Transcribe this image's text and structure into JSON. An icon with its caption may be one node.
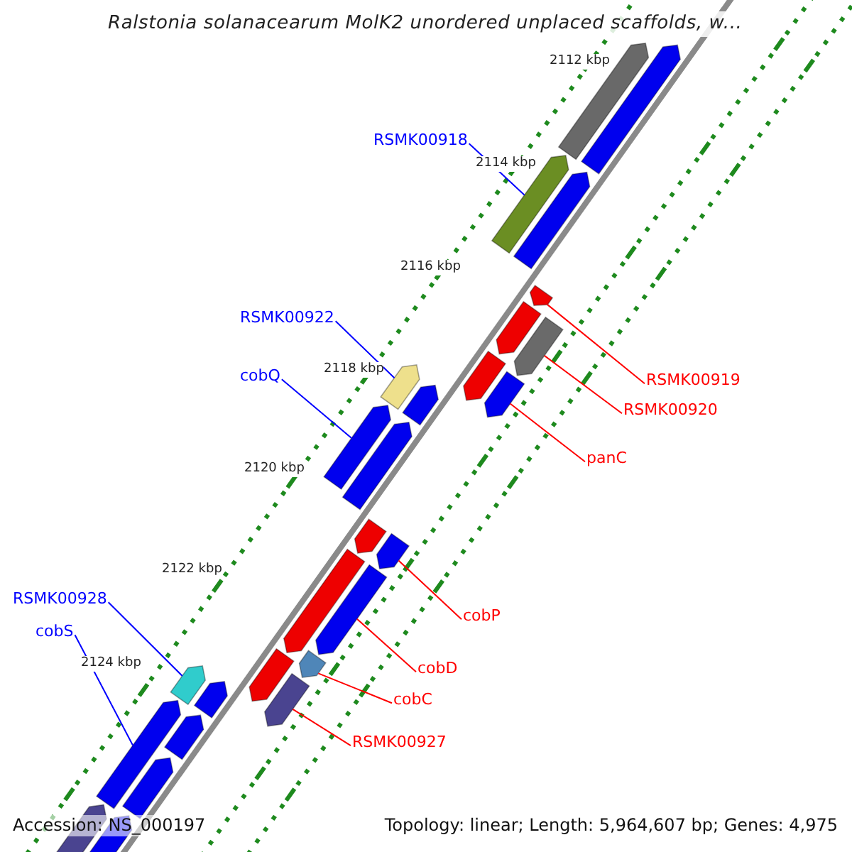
{
  "diagram": {
    "title": "Ralstonia solanacearum MolK2 unordered unplaced scaffolds, w...",
    "nodes": [
      {
        "text": [
          "RSMK00918"
        ]
      },
      {
        "text": [
          "RSMK00922"
        ]
      },
      {
        "text": [
          "cobQ"
        ]
      },
      {
        "text": [
          "RSMK00919"
        ]
      },
      {
        "text": [
          "RSMK00920"
        ]
      },
      {
        "text": [
          "panC"
        ]
      },
      {
        "text": [
          "RSMK00928"
        ]
      },
      {
        "text": [
          "cobS"
        ]
      },
      {
        "text": [
          "cobP"
        ]
      },
      {
        "text": [
          "cobD"
        ]
      },
      {
        "text": [
          "cobC"
        ]
      },
      {
        "text": [
          "RSMK00927"
        ]
      },
      {
        "text": [],
        "shape": "bar"
      },
      {
        "text": [],
        "shape": "bar"
      },
      {
        "text": [],
        "shape": "bar"
      },
      {
        "text": [],
        "shape": "bar"
      },
      {
        "text": [],
        "shape": "bar"
      },
      {
        "text": [],
        "shape": "bar"
      },
      {
        "text": [],
        "shape": "bar"
      },
      {
        "text": [],
        "shape": "bar"
      },
      {
        "text": [],
        "shape": "bar"
      },
      {
        "text": [],
        "shape": "bar"
      },
      {
        "text": [],
        "shape": "bar"
      },
      {
        "text": [],
        "shape": "bar"
      },
      {
        "text": [],
        "shape": "bar"
      },
      {
        "text": [],
        "shape": "bar"
      },
      {
        "text": [],
        "shape": "bar"
      },
      {
        "text": [],
        "shape": "bar"
      },
      {
        "text": [],
        "shape": "bar"
      },
      {
        "text": [],
        "shape": "bar"
      },
      {
        "text": [],
        "shape": "bar"
      },
      {
        "text": [],
        "shape": "bar"
      },
      {
        "text": [],
        "shape": "bar"
      },
      {
        "text": [],
        "shape": "bar"
      },
      {
        "text": [],
        "shape": "bar"
      },
      {
        "text": [],
        "shape": "bar"
      },
      {
        "text": [],
        "shape": "bar"
      },
      {
        "text": [],
        "shape": "bar"
      },
      {
        "text": [],
        "shape": "bar"
      }
    ],
    "edges": [
      {
        "from": 0,
        "to": 14,
        "arrow": "none",
        "color": "#0000ff"
      },
      {
        "from": 1,
        "to": 21,
        "arrow": "none",
        "color": "#0000ff"
      },
      {
        "from": 2,
        "to": 23,
        "arrow": "none",
        "color": "#0000ff"
      },
      {
        "from": 3,
        "to": 16,
        "arrow": "none",
        "color": "#ff0000"
      },
      {
        "from": 4,
        "to": 18,
        "arrow": "none",
        "color": "#ff0000"
      },
      {
        "from": 5,
        "to": 20,
        "arrow": "none",
        "color": "#ff0000"
      },
      {
        "from": 6,
        "to": 32,
        "arrow": "none",
        "color": "#0000ff"
      },
      {
        "from": 7,
        "to": 35,
        "arrow": "none",
        "color": "#0000ff"
      },
      {
        "from": 8,
        "to": 26,
        "arrow": "none",
        "color": "#ff0000"
      },
      {
        "from": 9,
        "to": 28,
        "arrow": "none",
        "color": "#ff0000"
      },
      {
        "from": 10,
        "to": 29,
        "arrow": "none",
        "color": "#ff0000"
      },
      {
        "from": 11,
        "to": 31,
        "arrow": "none",
        "color": "#ff0000"
      }
    ],
    "labels": [
      "2112 kbp",
      "2114 kbp",
      "2116 kbp",
      "2118 kbp",
      "2120 kbp",
      "2122 kbp",
      "2124 kbp",
      "Accession: NS_000197",
      "Topology: linear; Length: 5,964,607 bp; Genes: 4,975"
    ]
  }
}
